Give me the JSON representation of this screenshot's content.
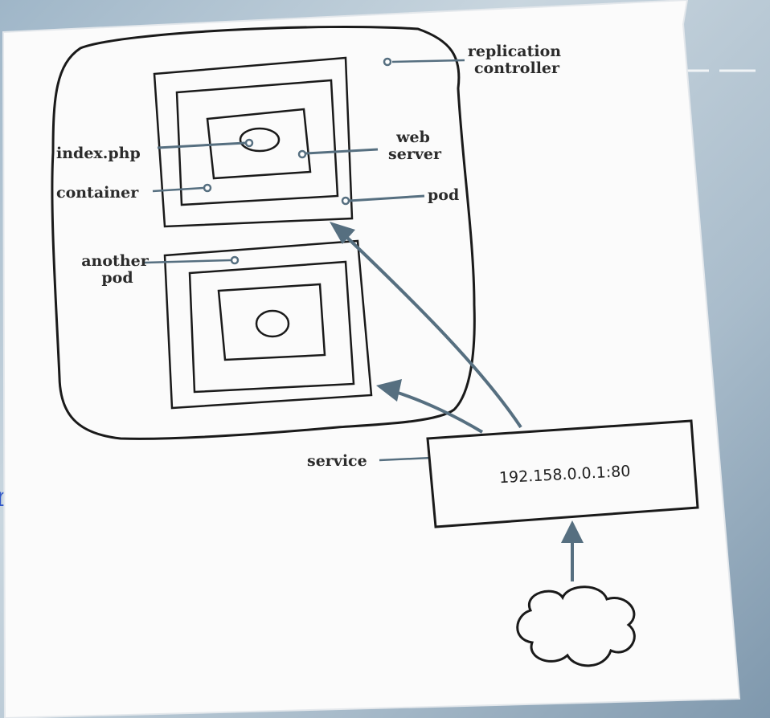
{
  "labels": {
    "replication_controller_line1": "replication",
    "replication_controller_line2": "controller",
    "index_php": "index.php",
    "web_server_line1": "web",
    "web_server_line2": "server",
    "container": "container",
    "pod": "pod",
    "another_pod_line1": "another",
    "another_pod_line2": "pod",
    "service": "service",
    "service_ip": "192.158.0.0.1:80",
    "edge_fragment": "r"
  },
  "colors": {
    "paper": "#fbfbfb",
    "ink": "#1a1a1a",
    "leader": "#566f80",
    "arrow": "#566f80",
    "background": "#a9bccb",
    "edge_text": "#2f55c8"
  }
}
